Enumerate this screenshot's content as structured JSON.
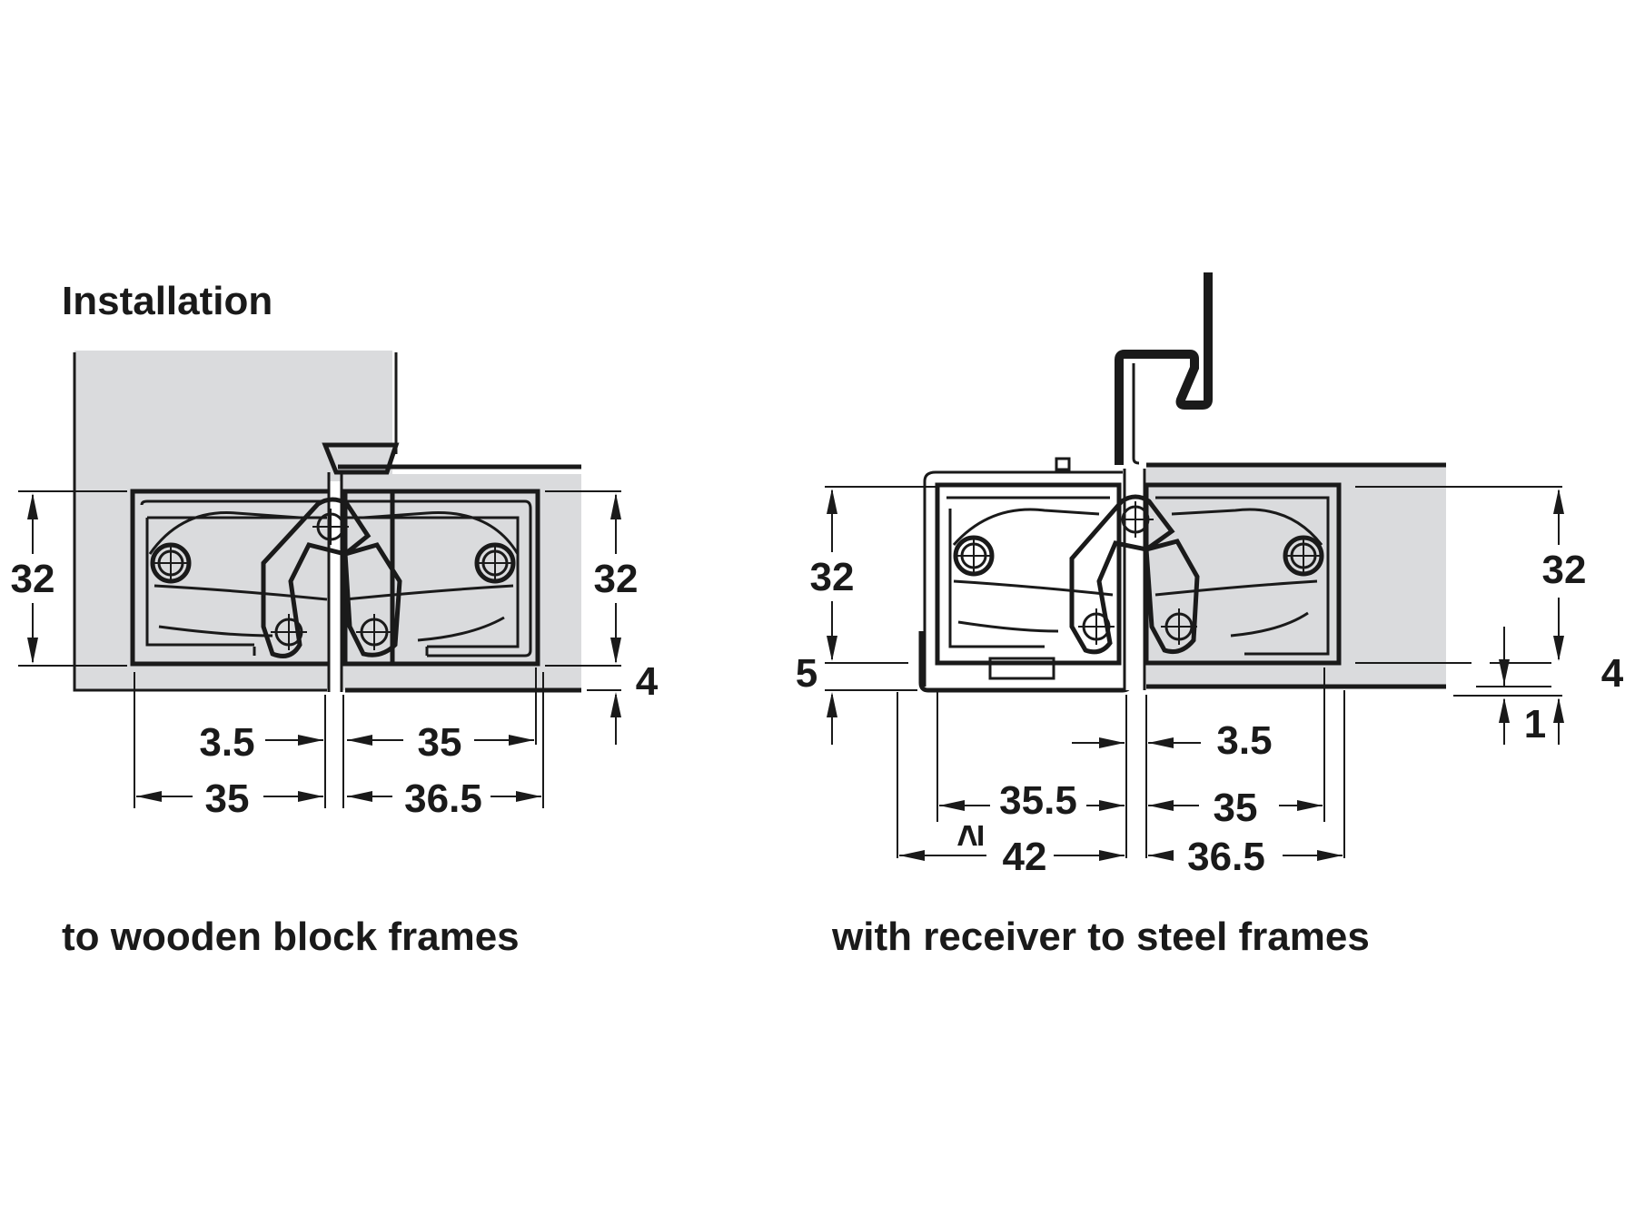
{
  "title": "Installation",
  "colors": {
    "line": "#1a1a1a",
    "wood_fill": "#dadbdd",
    "background": "#ffffff"
  },
  "drawings": [
    {
      "id": "wooden",
      "caption": "to wooden block frames",
      "dimensions": {
        "height_left": "32",
        "height_right": "32",
        "recess_depth": "4",
        "gap_left": "3.5",
        "depth_right_top": "35",
        "depth_left_bottom": "35",
        "depth_right_bottom": "36.5"
      }
    },
    {
      "id": "steel",
      "caption": "with receiver to steel frames",
      "dimensions": {
        "height_left": "32",
        "height_right": "32",
        "offset_left": "5",
        "recess_depth": "4",
        "clearance": "1",
        "gap_right": "3.5",
        "depth_left_mid": "35.5",
        "depth_right_mid": "35",
        "min_symbol": "≥",
        "depth_left_bottom": "42",
        "depth_right_bottom": "36.5"
      }
    }
  ]
}
